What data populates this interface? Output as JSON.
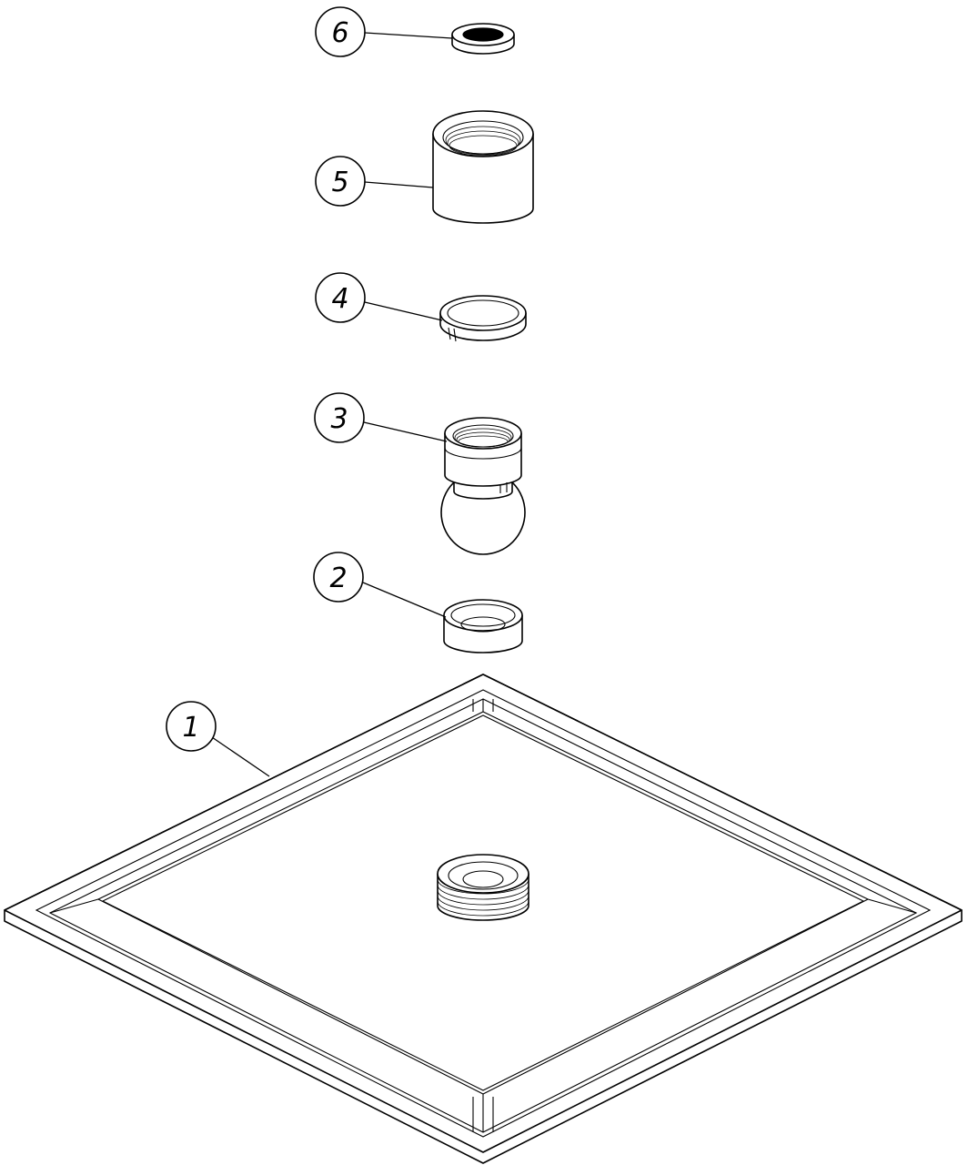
{
  "diagram": {
    "callouts": [
      {
        "number": "6",
        "part": "washer"
      },
      {
        "number": "5",
        "part": "sleeve-nut"
      },
      {
        "number": "4",
        "part": "split-ring"
      },
      {
        "number": "3",
        "part": "ball-joint"
      },
      {
        "number": "2",
        "part": "cup"
      },
      {
        "number": "1",
        "part": "shower-plate"
      }
    ],
    "line_color": "#000000",
    "background_color": "#ffffff"
  }
}
